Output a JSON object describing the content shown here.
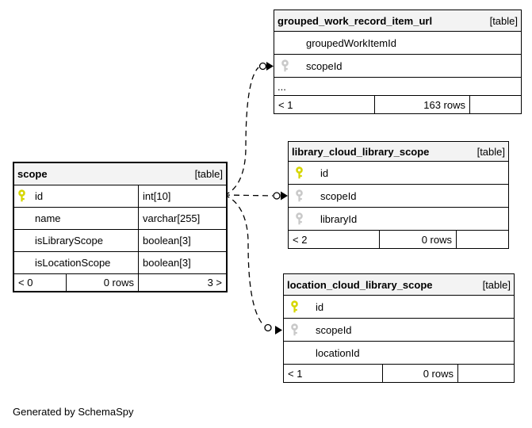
{
  "colors": {
    "primary_key": "#d6d600",
    "foreign_key": "#c9c9c9",
    "header_bg": "#f3f3f3",
    "border": "#000000",
    "bg": "#ffffff"
  },
  "generator_note": "Generated by SchemaSpy",
  "tables": [
    {
      "name": "grouped_work_record_item_url",
      "tag": "[table]",
      "columns": [
        {
          "name": "groupedWorkItemId",
          "key": "none"
        },
        {
          "name": "scopeId",
          "key": "foreign"
        },
        {
          "name": "...",
          "key": "ellipsis"
        }
      ],
      "footer": {
        "parents": "< 1",
        "rows": "163 rows",
        "children": ""
      }
    },
    {
      "name": "library_cloud_library_scope",
      "tag": "[table]",
      "columns": [
        {
          "name": "id",
          "key": "primary"
        },
        {
          "name": "scopeId",
          "key": "foreign"
        },
        {
          "name": "libraryId",
          "key": "foreign"
        }
      ],
      "footer": {
        "parents": "< 2",
        "rows": "0 rows",
        "children": ""
      }
    },
    {
      "name": "location_cloud_library_scope",
      "tag": "[table]",
      "columns": [
        {
          "name": "id",
          "key": "primary"
        },
        {
          "name": "scopeId",
          "key": "foreign"
        },
        {
          "name": "locationId",
          "key": "none"
        }
      ],
      "footer": {
        "parents": "< 1",
        "rows": "0 rows",
        "children": ""
      }
    },
    {
      "name": "scope",
      "tag": "[table]",
      "columns": [
        {
          "name": "id",
          "type": "int[10]",
          "key": "primary"
        },
        {
          "name": "name",
          "type": "varchar[255]",
          "key": "none"
        },
        {
          "name": "isLibraryScope",
          "type": "boolean[3]",
          "key": "none"
        },
        {
          "name": "isLocationScope",
          "type": "boolean[3]",
          "key": "none"
        }
      ],
      "footer": {
        "parents": "< 0",
        "rows": "0 rows",
        "children": "3 >"
      }
    }
  ],
  "relationships": [
    {
      "from": "scope.id",
      "to": "grouped_work_record_item_url.scopeId",
      "marker": "circle-arrow",
      "style": "dashed"
    },
    {
      "from": "scope.id",
      "to": "library_cloud_library_scope.scopeId",
      "marker": "circle-arrow",
      "style": "dashed"
    },
    {
      "from": "scope.id",
      "to": "location_cloud_library_scope.scopeId",
      "marker": "circle-arrow",
      "style": "dashed"
    }
  ]
}
